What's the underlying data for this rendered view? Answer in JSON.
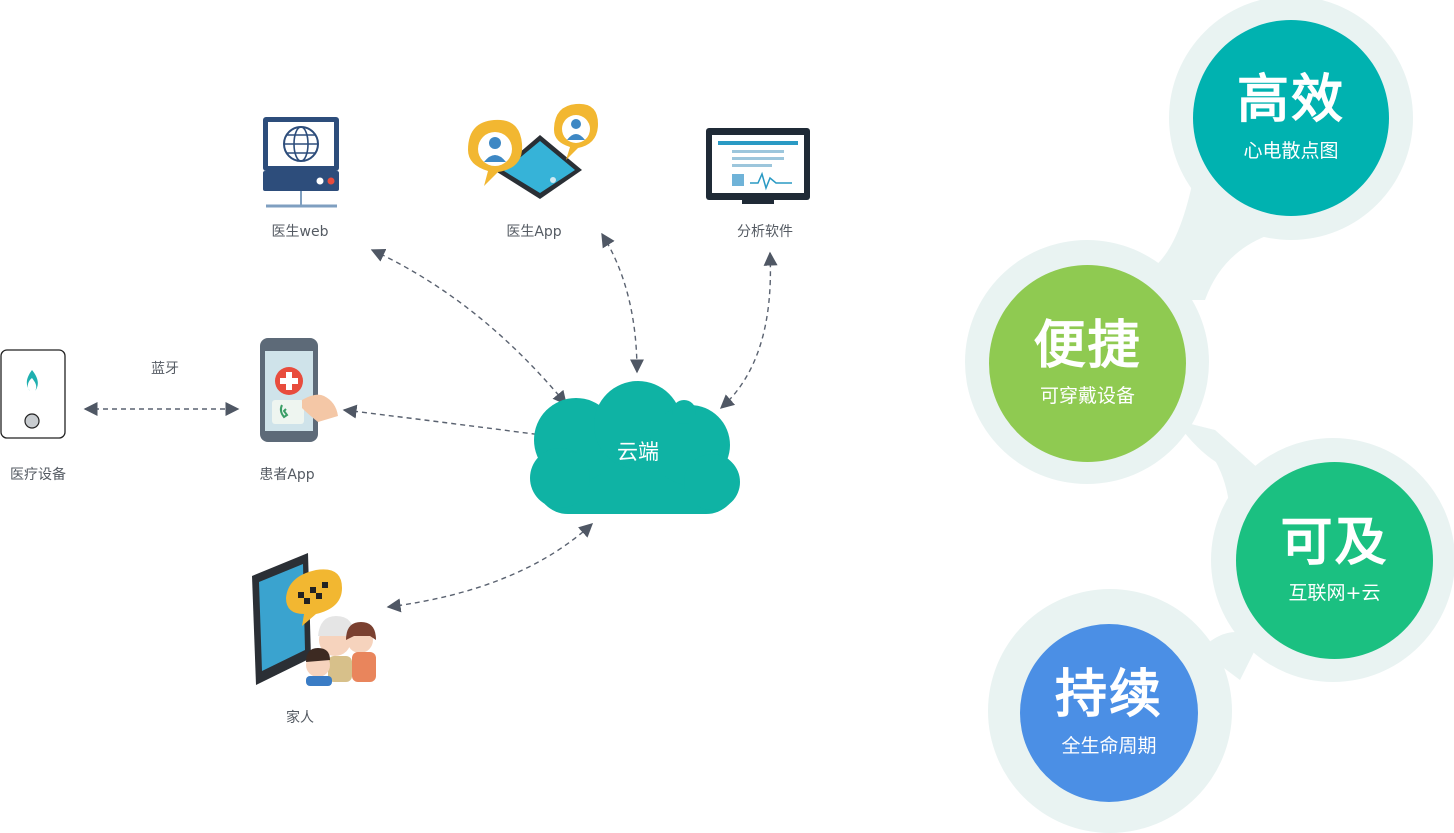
{
  "nodes": {
    "medical_device": "医疗设备",
    "bluetooth": "蓝牙",
    "patient_app": "患者App",
    "doctor_web": "医生web",
    "doctor_app": "医生App",
    "analysis_software": "分析软件",
    "cloud": "云端",
    "family": "家人"
  },
  "features": [
    {
      "title": "高效",
      "subtitle": "心电散点图",
      "color": "#00b2b0"
    },
    {
      "title": "便捷",
      "subtitle": "可穿戴设备",
      "color": "#8fca51"
    },
    {
      "title": "可及",
      "subtitle": "互联网+云",
      "color": "#1bc081"
    },
    {
      "title": "持续",
      "subtitle": "全生命周期",
      "color": "#4b8fe5"
    }
  ],
  "colors": {
    "cloud": "#0fb3a4",
    "arrow": "#5a6270",
    "blob": "#e9f3f2"
  }
}
